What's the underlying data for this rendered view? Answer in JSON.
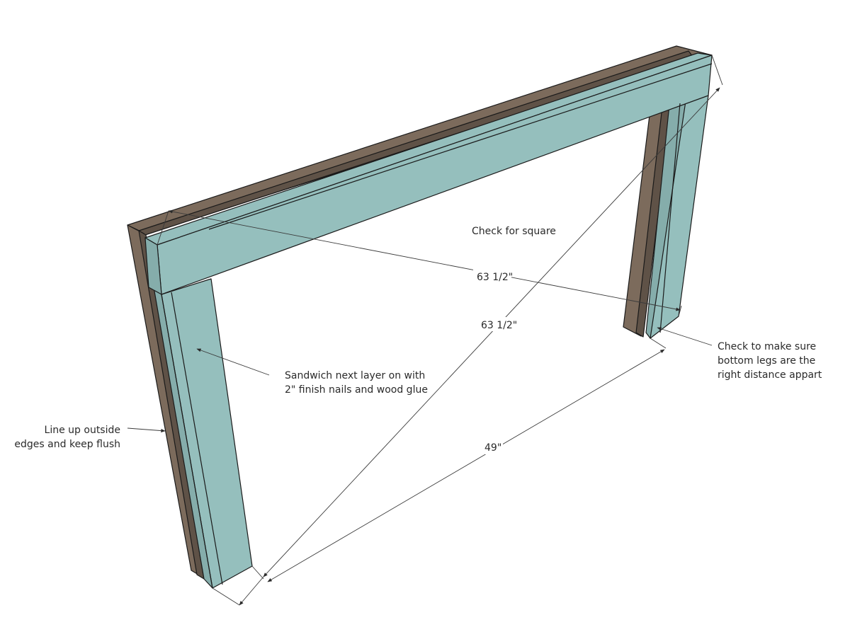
{
  "colors": {
    "front_face": "#95bfbd",
    "front_face_side": "#85adab",
    "back_layer": "#7c6b5c",
    "back_layer_dark": "#5f5247",
    "edge": "#1a1a1a",
    "background": "#ffffff"
  },
  "labels": {
    "check_square": "Check for square",
    "dim_top_diagonal": "63 1/2\"",
    "dim_long_diagonal": "63 1/2\"",
    "dim_bottom_width": "49\"",
    "sandwich_line1": "Sandwich next layer on with",
    "sandwich_line2": "2\" finish nails and wood glue",
    "lineup_line1": "Line up outside",
    "lineup_line2": "edges and keep flush",
    "check_legs_line1": "Check to make sure",
    "check_legs_line2": "bottom legs are the",
    "check_legs_line3": "right distance appart"
  }
}
